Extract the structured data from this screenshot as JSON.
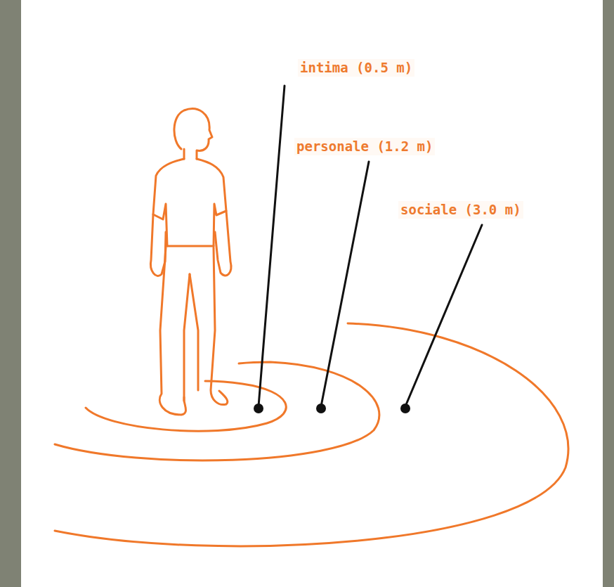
{
  "diagram": {
    "labels": [
      "intima (0.5 m)",
      "personale (1.2 m)",
      "sociale (3.0 m)"
    ]
  }
}
